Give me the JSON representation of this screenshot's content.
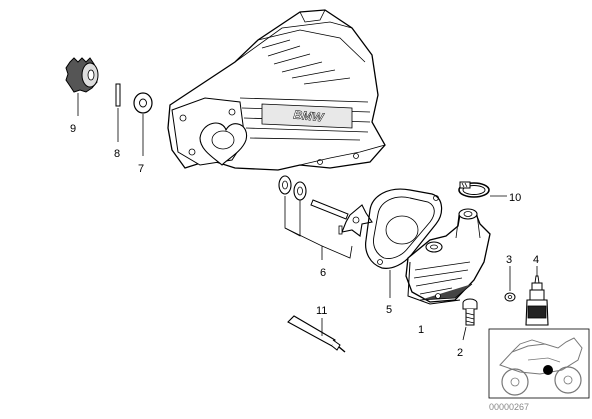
{
  "diagram": {
    "brand_lettering": "BMW",
    "reference_code": "00000267",
    "callouts": [
      {
        "id": "c1",
        "label": "1"
      },
      {
        "id": "c2",
        "label": "2"
      },
      {
        "id": "c3",
        "label": "3"
      },
      {
        "id": "c4",
        "label": "4"
      },
      {
        "id": "c5",
        "label": "5"
      },
      {
        "id": "c6",
        "label": "6"
      },
      {
        "id": "c7",
        "label": "7"
      },
      {
        "id": "c8",
        "label": "8"
      },
      {
        "id": "c9",
        "label": "9"
      },
      {
        "id": "c10",
        "label": "10"
      },
      {
        "id": "c11",
        "label": "11"
      }
    ],
    "icons": [
      "gear-icon",
      "pin-icon",
      "washer-icon",
      "engine-cover-icon",
      "bearing-icon",
      "shaft-icon",
      "impeller-icon",
      "gasket-icon",
      "water-pump-housing-icon",
      "bolt-icon",
      "hose-clamp-icon",
      "sealant-tube-icon",
      "small-washer-icon",
      "adhesive-bottle-icon",
      "motorcycle-thumbnail-icon"
    ]
  }
}
